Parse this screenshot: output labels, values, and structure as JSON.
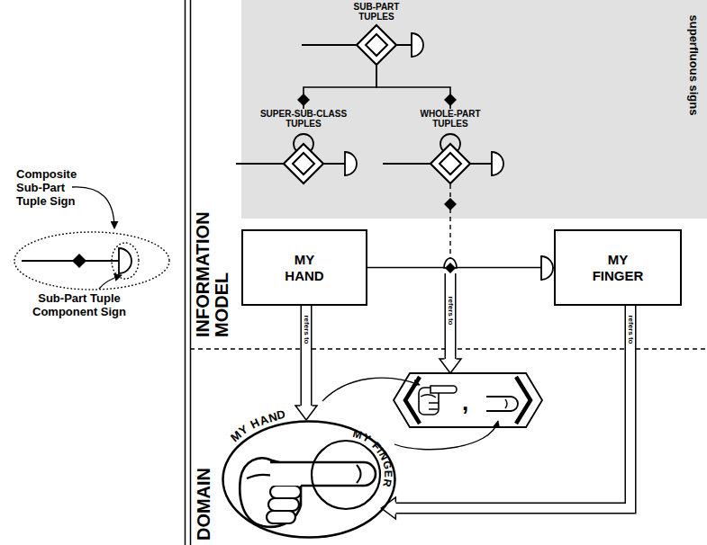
{
  "diagram": {
    "nodes": [
      {
        "text": [
          "superfluous signs"
        ]
      },
      {
        "text": [
          "SUB-PART TUPLES"
        ],
        "in": 0
      },
      {
        "text": [
          "SUPER-SUB-CLASS TUPLES"
        ],
        "in": 0
      },
      {
        "text": [
          "WHOLE-PART TUPLES"
        ],
        "in": 0
      },
      {
        "text": [
          "MY HAND"
        ]
      },
      {
        "text": [
          "MY FINGER"
        ]
      },
      {
        "text": [
          ","
        ]
      },
      {
        "text": [
          "MY HAND"
        ]
      },
      {
        "text": [
          "MY FINGER"
        ],
        "in": 7
      }
    ],
    "edges": [
      {
        "from": 1,
        "to": 2,
        "arrow": "none"
      },
      {
        "from": 1,
        "to": 3,
        "arrow": "none"
      },
      {
        "from": 4,
        "to": 5,
        "arrow": "none"
      },
      {
        "from": 4,
        "to": 7,
        "arrow": "to",
        "label": "refers to"
      },
      {
        "from": 3,
        "to": 6,
        "arrow": "to",
        "label": "refers to"
      },
      {
        "from": 5,
        "to": 8,
        "arrow": "to",
        "label": "refers to"
      }
    ],
    "labels": [
      "Composite Sub-Part Tuple Sign",
      "Sub-Part Tuple Component Sign",
      "INFORMATION MODEL",
      "DOMAIN"
    ]
  }
}
